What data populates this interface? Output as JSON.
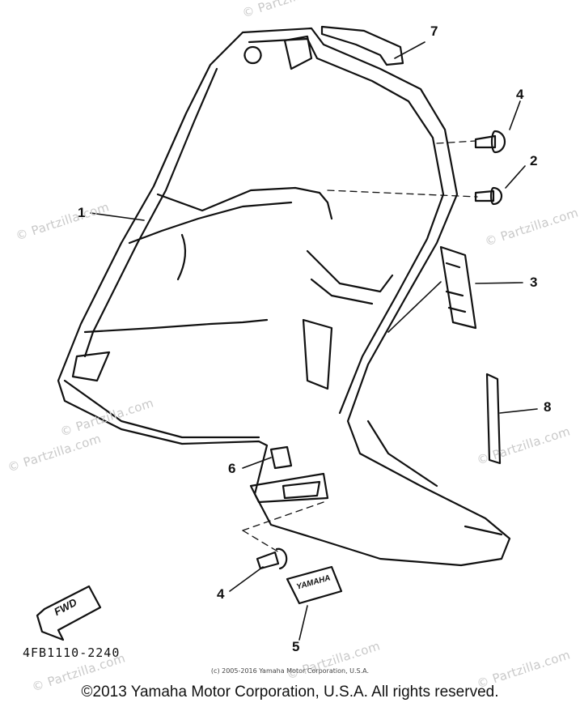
{
  "callouts": [
    "1",
    "2",
    "3",
    "4",
    "4",
    "5",
    "6",
    "7",
    "8"
  ],
  "watermark": "© Partzilla.com",
  "fwd_label": "FWD",
  "yamaha_badge": "YAMAHA",
  "part_code": "4FB1110-2240",
  "small_copyright": "(c) 2005-2016 Yamaha Motor Corporation, U.S.A.",
  "main_copyright": "©2013 Yamaha Motor Corporation, U.S.A. All rights reserved."
}
